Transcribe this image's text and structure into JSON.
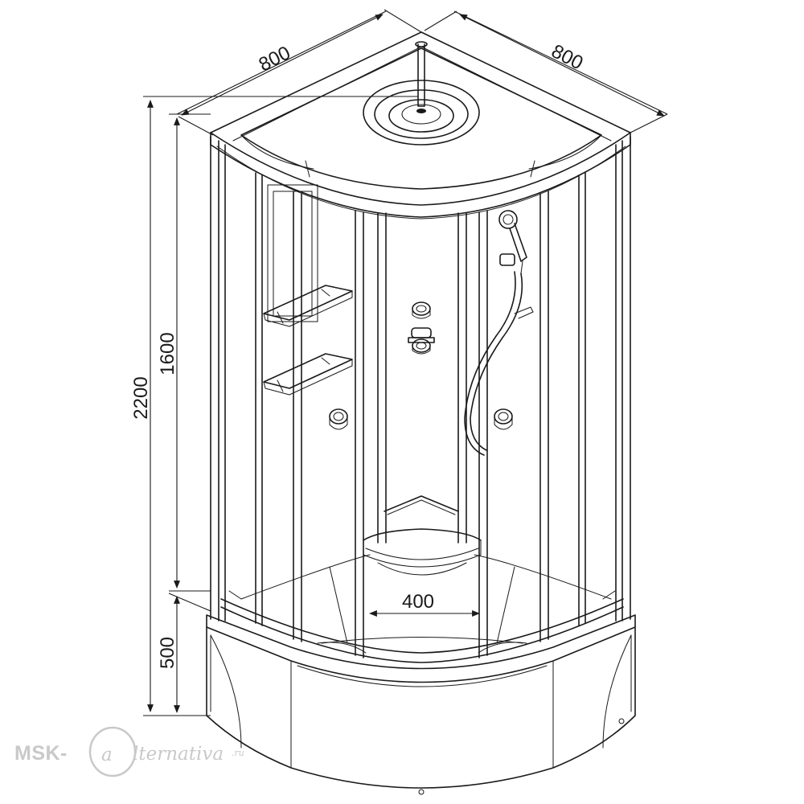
{
  "drawing": {
    "dimensions": {
      "width_left": "800",
      "width_right": "800",
      "height_total": "2200",
      "height_cabin": "1600",
      "height_tray": "500",
      "seat_width": "400"
    },
    "watermark": {
      "brand_prefix": "MSK-",
      "brand_script": "lternativa",
      "brand_suffix": ".ru"
    },
    "colors": {
      "line": "#1a1a1a",
      "watermark": "#c9c9c9",
      "background": "#ffffff"
    }
  }
}
